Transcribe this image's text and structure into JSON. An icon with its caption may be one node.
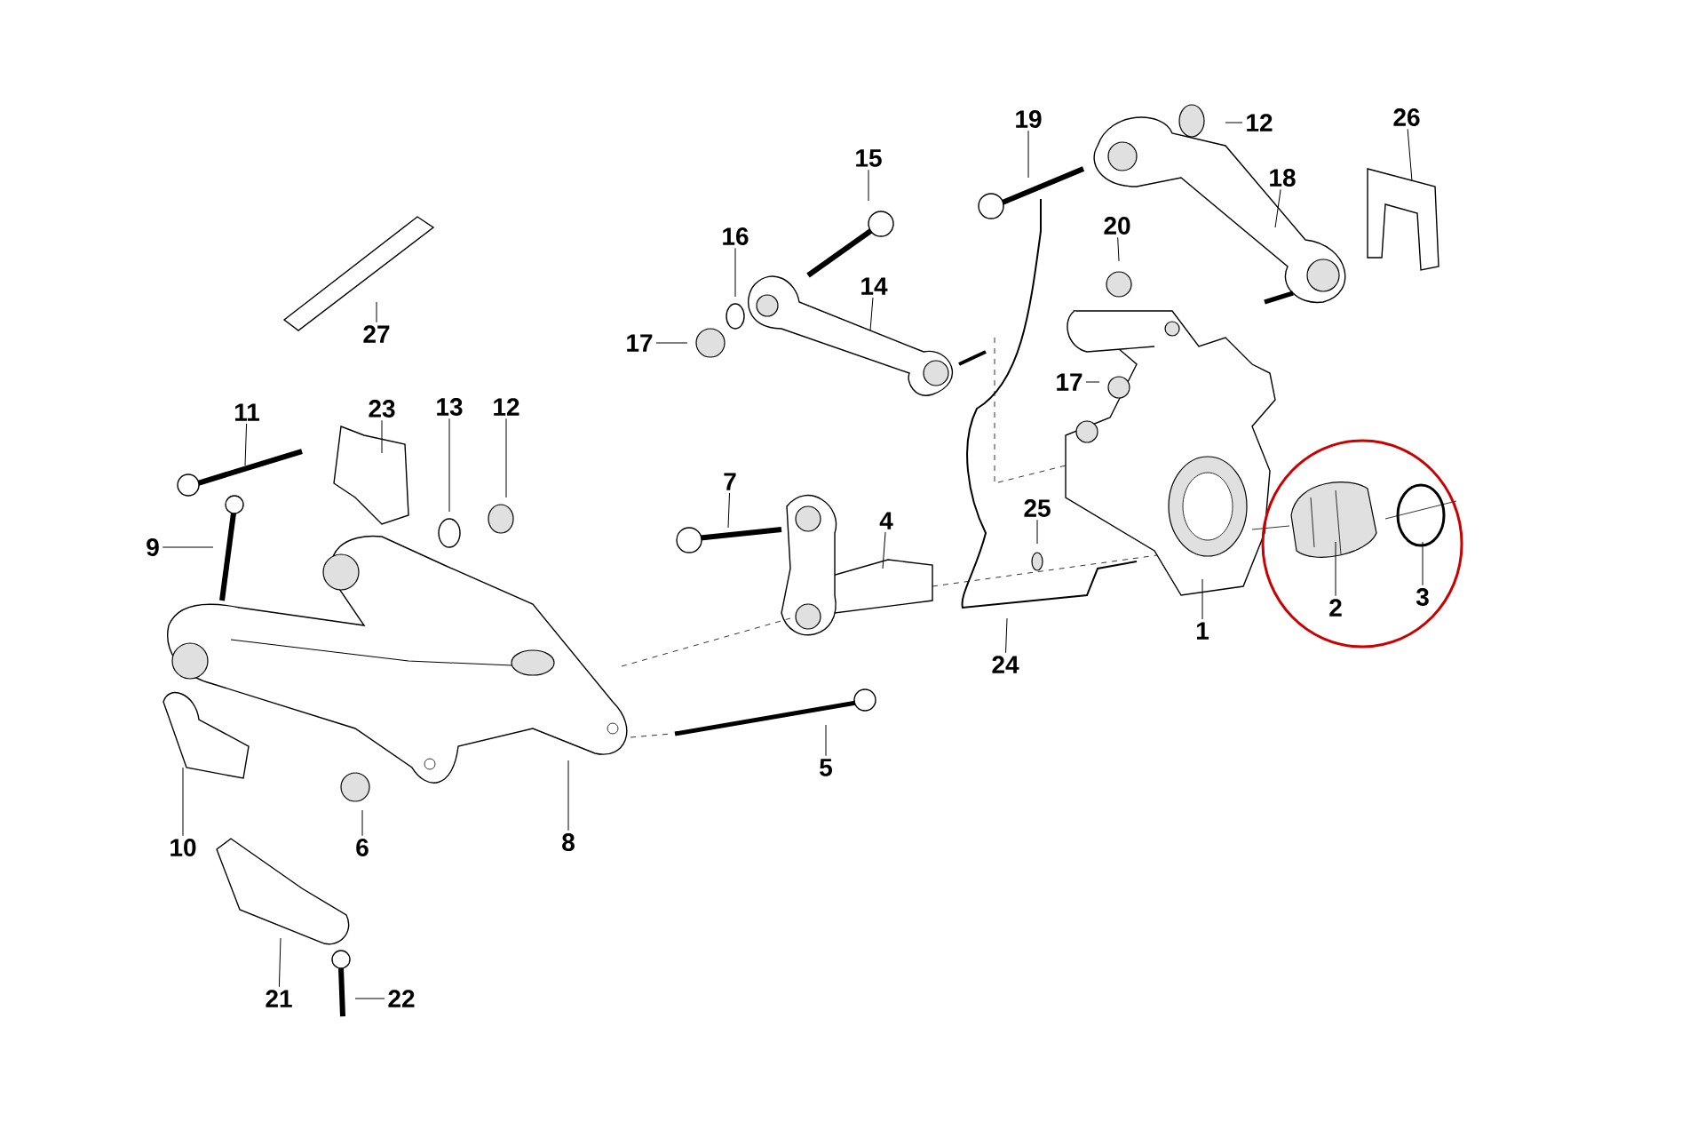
{
  "diagram": {
    "nodes": [
      {
        "text": [
          "19"
        ]
      },
      {
        "text": [
          "12"
        ]
      },
      {
        "text": [
          "26"
        ]
      },
      {
        "text": [
          "15"
        ]
      },
      {
        "text": [
          "18"
        ]
      },
      {
        "text": [
          "16"
        ]
      },
      {
        "text": [
          "20"
        ]
      },
      {
        "text": [
          "14"
        ]
      },
      {
        "text": [
          "27"
        ]
      },
      {
        "text": [
          "17"
        ]
      },
      {
        "text": [
          "17"
        ]
      },
      {
        "text": [
          "11"
        ]
      },
      {
        "text": [
          "23"
        ]
      },
      {
        "text": [
          "13"
        ]
      },
      {
        "text": [
          "12"
        ]
      },
      {
        "text": [
          "7"
        ]
      },
      {
        "text": [
          "4"
        ]
      },
      {
        "text": [
          "25"
        ]
      },
      {
        "text": [
          "9"
        ]
      },
      {
        "text": [
          "1"
        ]
      },
      {
        "text": [
          "2"
        ]
      },
      {
        "text": [
          "3"
        ]
      },
      {
        "text": [
          "24"
        ]
      },
      {
        "text": [
          "5"
        ]
      },
      {
        "text": [
          "10"
        ]
      },
      {
        "text": [
          "6"
        ]
      },
      {
        "text": [
          "8"
        ]
      },
      {
        "text": [
          "21"
        ]
      },
      {
        "text": [
          "22"
        ]
      }
    ],
    "edges": [
      {
        "from": 0,
        "to": null,
        "arrow": "none"
      },
      {
        "from": 1,
        "to": null,
        "arrow": "none"
      },
      {
        "from": 2,
        "to": null,
        "arrow": "none"
      },
      {
        "from": 3,
        "to": null,
        "arrow": "none"
      },
      {
        "from": 4,
        "to": null,
        "arrow": "none"
      },
      {
        "from": 5,
        "to": null,
        "arrow": "none"
      },
      {
        "from": 6,
        "to": null,
        "arrow": "none"
      },
      {
        "from": 7,
        "to": null,
        "arrow": "none"
      },
      {
        "from": 8,
        "to": null,
        "arrow": "none"
      },
      {
        "from": 9,
        "to": null,
        "arrow": "none"
      },
      {
        "from": 10,
        "to": null,
        "arrow": "none"
      },
      {
        "from": 11,
        "to": null,
        "arrow": "none"
      },
      {
        "from": 12,
        "to": null,
        "arrow": "none"
      },
      {
        "from": 13,
        "to": null,
        "arrow": "none"
      },
      {
        "from": 14,
        "to": null,
        "arrow": "none"
      },
      {
        "from": 15,
        "to": null,
        "arrow": "none"
      },
      {
        "from": 16,
        "to": null,
        "arrow": "none"
      },
      {
        "from": 17,
        "to": null,
        "arrow": "none"
      },
      {
        "from": 18,
        "to": null,
        "arrow": "none"
      },
      {
        "from": 19,
        "to": null,
        "arrow": "none"
      },
      {
        "from": 20,
        "to": null,
        "arrow": "none"
      },
      {
        "from": 21,
        "to": null,
        "arrow": "none"
      },
      {
        "from": 22,
        "to": null,
        "arrow": "none"
      },
      {
        "from": 23,
        "to": null,
        "arrow": "none"
      },
      {
        "from": 24,
        "to": null,
        "arrow": "none"
      },
      {
        "from": 25,
        "to": null,
        "arrow": "none"
      },
      {
        "from": 26,
        "to": null,
        "arrow": "none"
      },
      {
        "from": 27,
        "to": null,
        "arrow": "none"
      },
      {
        "from": 28,
        "to": null,
        "arrow": "none"
      }
    ]
  }
}
